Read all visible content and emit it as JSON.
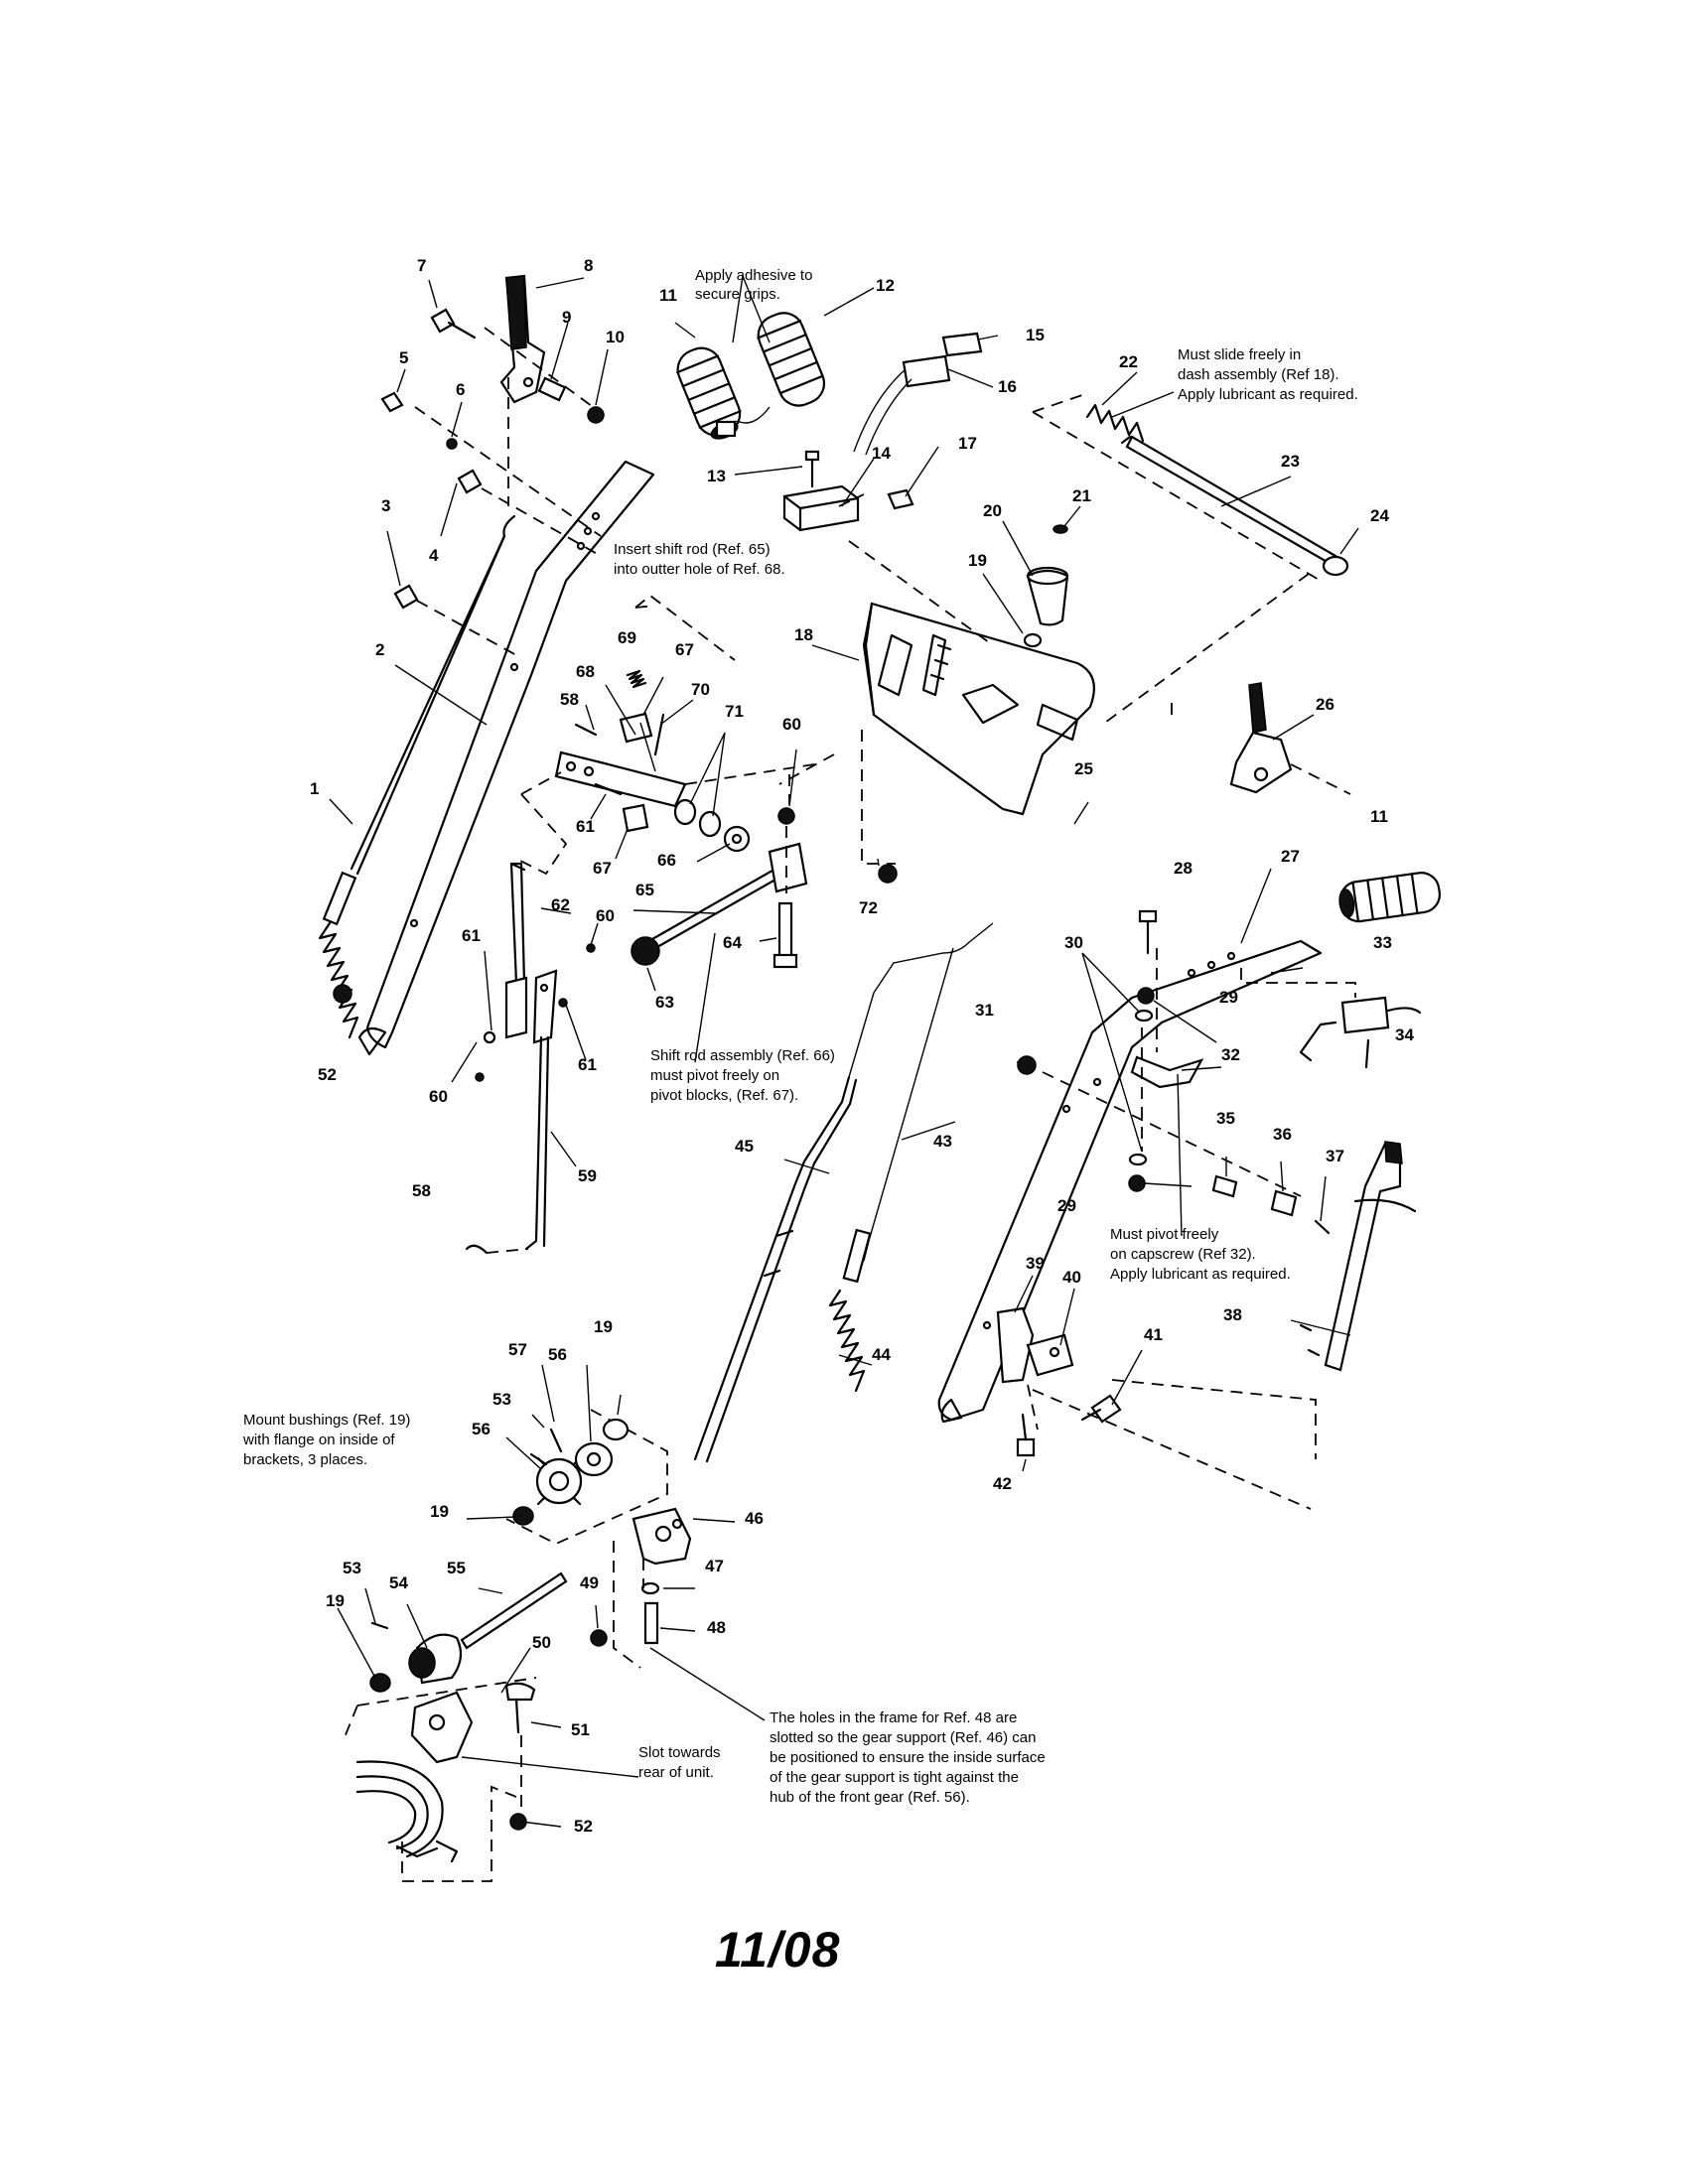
{
  "footer": {
    "date_code": "11/08"
  },
  "notes": {
    "adhesive": [
      "Apply adhesive to",
      "secure grips."
    ],
    "slide_freely": [
      "Must slide freely in",
      "dash assembly (Ref 18).",
      "Apply lubricant as required."
    ],
    "insert_shift_rod": [
      "Insert shift rod (Ref. 65)",
      "into outter hole of Ref. 68."
    ],
    "shift_rod_assembly": [
      "Shift rod assembly (Ref. 66)",
      "must pivot freely on",
      "pivot blocks, (Ref. 67)."
    ],
    "pivot_freely": [
      "Must pivot freely",
      "on capscrew (Ref 32).",
      "Apply lubricant as required."
    ],
    "mount_bushings": [
      "Mount bushings (Ref. 19)",
      "with flange on inside of",
      "brackets, 3 places."
    ],
    "slot_towards": [
      "Slot towards",
      "rear of unit."
    ],
    "frame_holes": [
      "The holes in the frame for Ref. 48 are",
      "slotted so the gear support (Ref. 46) can",
      "be positioned to ensure the inside surface",
      "of the gear support is tight against the",
      "hub of the front gear (Ref. 56)."
    ]
  },
  "callouts": {
    "c1": "1",
    "c2": "2",
    "c3": "3",
    "c4": "4",
    "c5": "5",
    "c6": "6",
    "c7": "7",
    "c8": "8",
    "c9": "9",
    "c10": "10",
    "c11a": "11",
    "c11b": "11",
    "c12": "12",
    "c13": "13",
    "c14": "14",
    "c15": "15",
    "c16": "16",
    "c17": "17",
    "c18": "18",
    "c19a": "19",
    "c19b": "19",
    "c19c": "19",
    "c19d": "19",
    "c20": "20",
    "c21": "21",
    "c22": "22",
    "c23": "23",
    "c24": "24",
    "c25": "25",
    "c26": "26",
    "c27": "27",
    "c28": "28",
    "c29a": "29",
    "c29b": "29",
    "c30": "30",
    "c31": "31",
    "c32": "32",
    "c33": "33",
    "c34": "34",
    "c35": "35",
    "c36": "36",
    "c37": "37",
    "c38": "38",
    "c39": "39",
    "c40": "40",
    "c41": "41",
    "c42": "42",
    "c43": "43",
    "c44": "44",
    "c45": "45",
    "c46": "46",
    "c47": "47",
    "c48": "48",
    "c49": "49",
    "c50": "50",
    "c51": "51",
    "c52a": "52",
    "c52b": "52",
    "c53a": "53",
    "c53b": "53",
    "c54": "54",
    "c55": "55",
    "c56a": "56",
    "c56b": "56",
    "c57": "57",
    "c58a": "58",
    "c58b": "58",
    "c59": "59",
    "c60a": "60",
    "c60b": "60",
    "c60c": "60",
    "c61a": "61",
    "c61b": "61",
    "c61c": "61",
    "c62": "62",
    "c63": "63",
    "c64": "64",
    "c65": "65",
    "c66": "66",
    "c67a": "67",
    "c67b": "67",
    "c68": "68",
    "c69": "69",
    "c70": "70",
    "c71": "71",
    "c72": "72"
  }
}
